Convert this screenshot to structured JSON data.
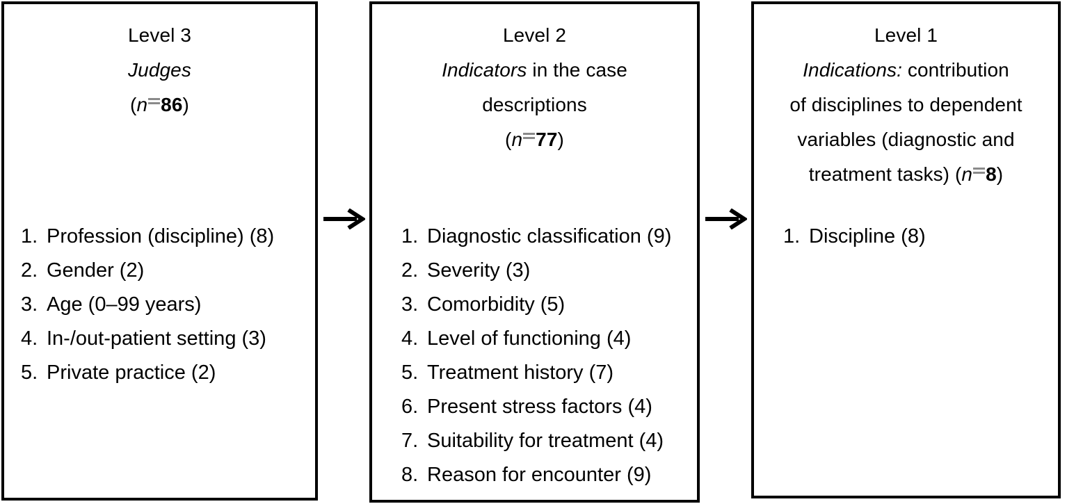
{
  "diagram": {
    "type": "three-level-flow",
    "arrows": [
      {
        "name": "arrow-level3-to-level2",
        "direction": "right"
      },
      {
        "name": "arrow-level2-to-level1",
        "direction": "right"
      }
    ],
    "boxes": [
      {
        "id": "level-3",
        "header": {
          "line1": "Level 3",
          "line2_italic": "Judges",
          "line2_rest": "",
          "n_prefix": "(",
          "n_symbol": "n",
          "n_value": "86",
          "n_suffix": ")"
        },
        "items": [
          {
            "num": "1.",
            "label": "Profession (discipline) (8)"
          },
          {
            "num": "2.",
            "label": "Gender (2)"
          },
          {
            "num": "3.",
            "label": "Age (0–99 years)"
          },
          {
            "num": "4.",
            "label": "In-/out-patient setting (3)"
          },
          {
            "num": "5.",
            "label": "Private practice (2)"
          }
        ]
      },
      {
        "id": "level-2",
        "header": {
          "line1": "Level 2",
          "line2_italic": "Indicators",
          "line2_rest": " in the case",
          "line3": "descriptions",
          "n_prefix": "(",
          "n_symbol": "n",
          "n_value": "77",
          "n_suffix": ")"
        },
        "items": [
          {
            "num": "1.",
            "label": "Diagnostic classification (9)"
          },
          {
            "num": "2.",
            "label": "Severity (3)"
          },
          {
            "num": "3.",
            "label": "Comorbidity (5)"
          },
          {
            "num": "4.",
            "label": "Level of functioning (4)"
          },
          {
            "num": "5.",
            "label": "Treatment history (7)"
          },
          {
            "num": "6.",
            "label": "Present stress factors (4)"
          },
          {
            "num": "7.",
            "label": "Suitability for treatment (4)"
          },
          {
            "num": "8.",
            "label": "Reason for encounter (9)"
          }
        ]
      },
      {
        "id": "level-1",
        "header": {
          "line1": "Level 1",
          "line2_italic": "Indications:",
          "line2_rest": " contribution",
          "line3": "of disciplines to dependent",
          "line4": "variables (diagnostic and",
          "line5_pre": "treatment tasks) ",
          "n_prefix": "(",
          "n_symbol": "n",
          "n_value": "8",
          "n_suffix": ")"
        },
        "items": [
          {
            "num": "1.",
            "label": "Discipline (8)"
          }
        ]
      }
    ]
  },
  "colors": {
    "border": "#000000",
    "text": "#000000",
    "background": "#ffffff",
    "equals_rule": "#8a8a8a"
  }
}
